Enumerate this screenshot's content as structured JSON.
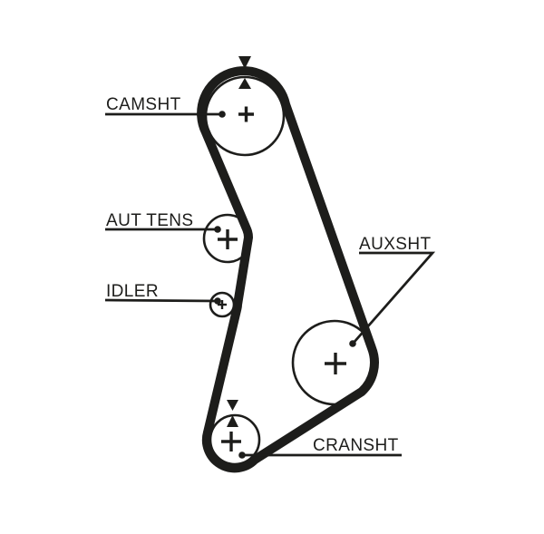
{
  "colors": {
    "background": "#ffffff",
    "line": "#1d1d1b"
  },
  "labels": {
    "camsht": "CAMSHT",
    "aut_tens": "AUT TENS",
    "idler": "IDLER",
    "auxsht": "AUXSHT",
    "cransht": "CRANSHT"
  },
  "icons": {
    "timing_mark_upper": "filled-triangle-down",
    "timing_mark_lower": "filled-triangle-up",
    "pulley_center": "plus-cross",
    "leader_end": "filled-dot"
  },
  "pulleys": [
    {
      "name": "camshaft",
      "label": "CAMSHT",
      "has_timing_marks": true
    },
    {
      "name": "automatic-tensioner",
      "label": "AUT TENS",
      "has_timing_marks": false
    },
    {
      "name": "idler",
      "label": "IDLER",
      "has_timing_marks": false
    },
    {
      "name": "auxiliary-shaft",
      "label": "AUXSHT",
      "has_timing_marks": false
    },
    {
      "name": "crankshaft",
      "label": "CRANSHT",
      "has_timing_marks": true
    }
  ]
}
